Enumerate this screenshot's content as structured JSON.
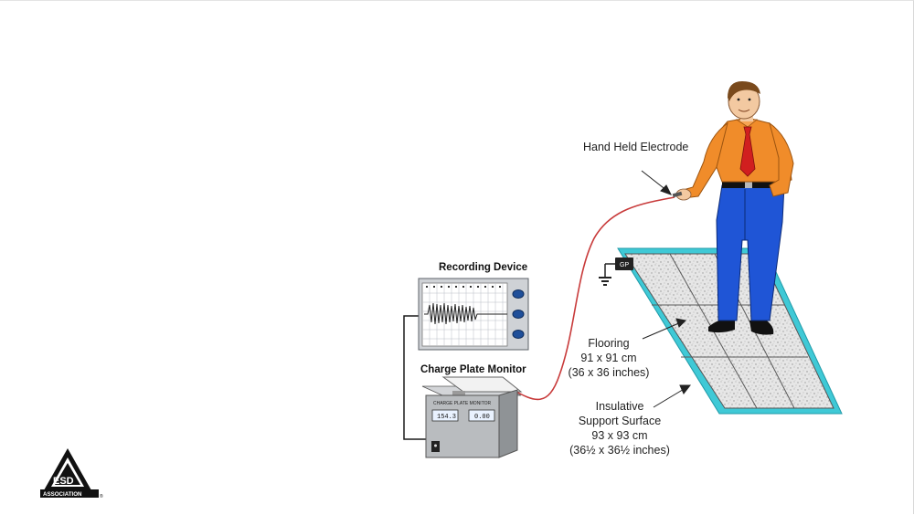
{
  "labels": {
    "hand_electrode": "Hand Held Electrode",
    "recording_device": "Recording Device",
    "charge_plate_monitor": "Charge Plate Monitor",
    "flooring": [
      "Flooring",
      "91 x 91 cm",
      "(36 x 36 inches)"
    ],
    "insulative": [
      "Insulative",
      "Support Surface",
      "93 x 93 cm",
      "(36½ x 36½ inches)"
    ],
    "gp_marker": "GP"
  },
  "monitor": {
    "panel_title": "CHARGE PLATE MONITOR",
    "display_left": "154.3",
    "display_right": "0.00"
  },
  "logo": {
    "letters": "ESD",
    "text": "ASSOCIATION",
    "mark": "®"
  },
  "colors": {
    "wire_red": "#c83a3a",
    "border_cyan": "#35c6d3",
    "shirt": "#f08c2a",
    "pants": "#1f55d6",
    "tie": "#d11f1f"
  }
}
